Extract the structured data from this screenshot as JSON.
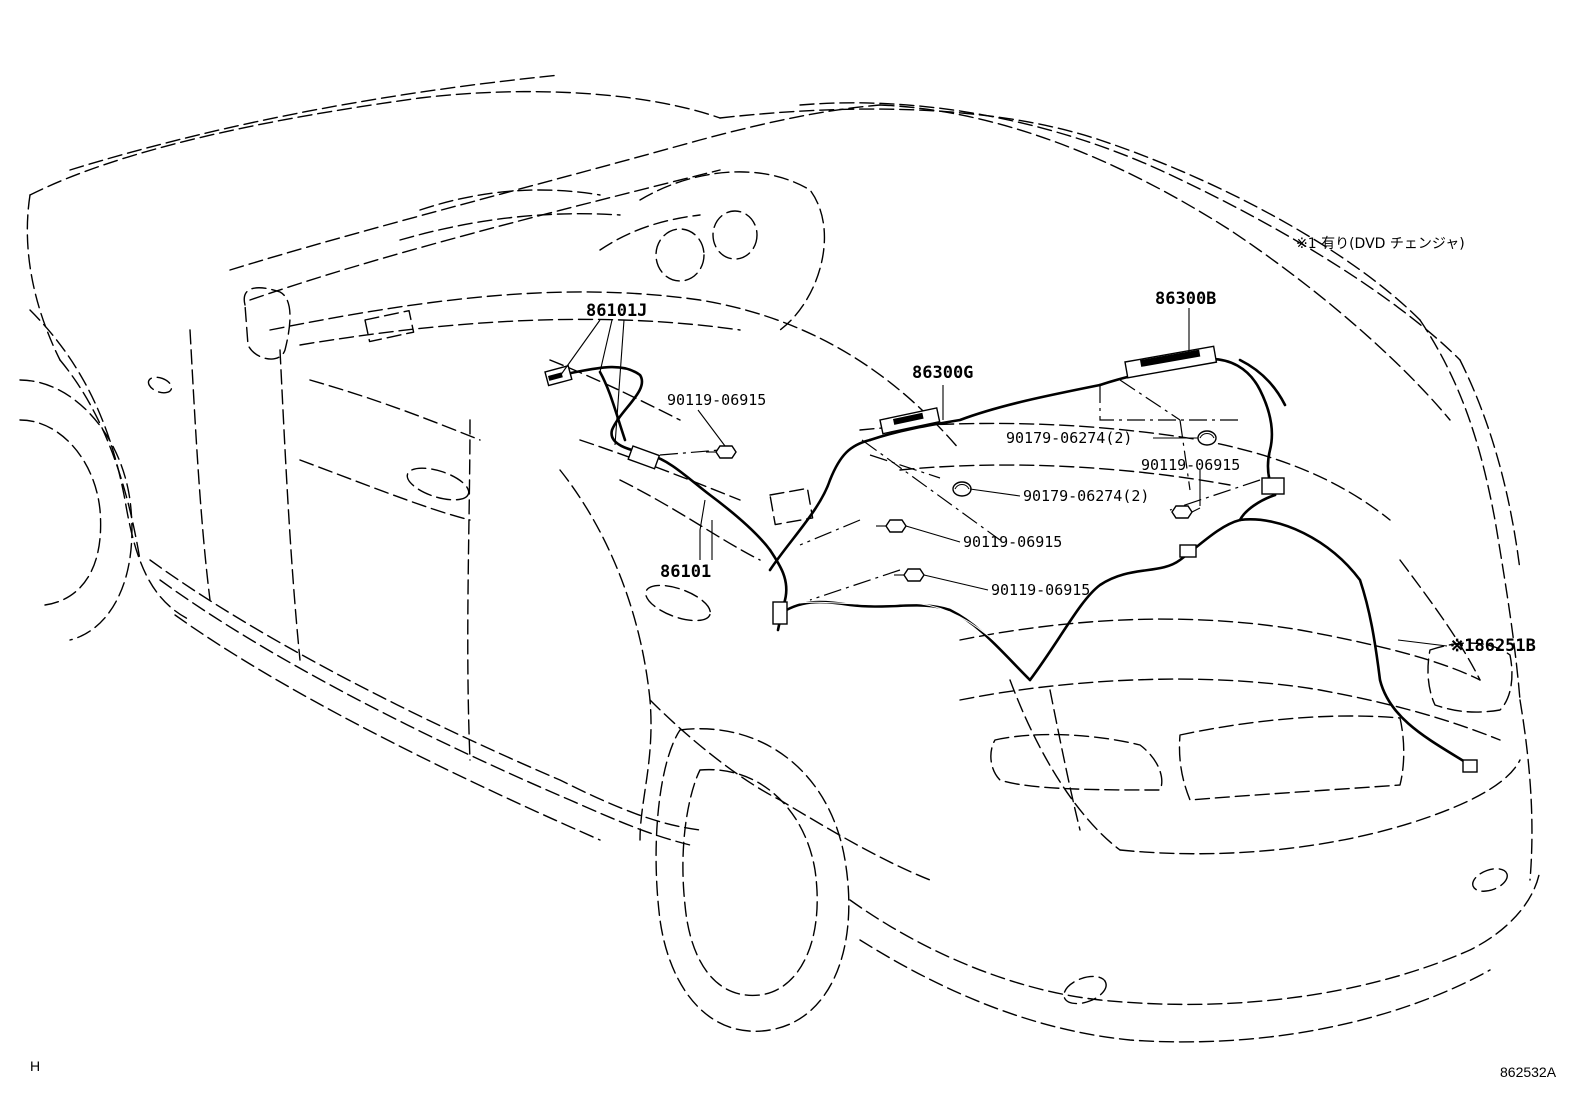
{
  "note": "※1 有り(DVD チェンジャ)",
  "labels": {
    "p86300B": "86300B",
    "p86300G": "86300G",
    "p86101J": "86101J",
    "p86101": "86101",
    "p186251B": "※186251B",
    "bolt_a": "90119-06915",
    "bolt_b": "90119-06915",
    "bolt_c": "90119-06915",
    "bolt_d": "90119-06915",
    "clip_a": "90179-06274(2)",
    "clip_b": "90179-06274(2)"
  },
  "corner_left": "H",
  "corner_right": "862532A"
}
